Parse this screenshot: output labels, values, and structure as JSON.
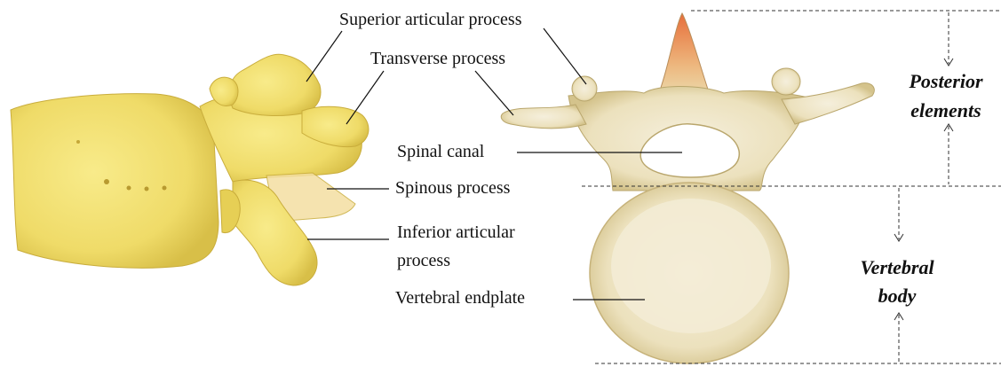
{
  "labels": {
    "superior_articular_process": "Superior articular  process",
    "transverse_process": "Transverse process",
    "spinal_canal": "Spinal canal",
    "spinous_process": "Spinous process",
    "inferior_articular_process_line1": "Inferior articular",
    "inferior_articular_process_line2": "process",
    "vertebral_endplate": "Vertebral  endplate"
  },
  "regions": {
    "posterior_elements_line1": "Posterior",
    "posterior_elements_line2": "elements",
    "vertebral_body_line1": "Vertebral",
    "vertebral_body_line2": "body"
  },
  "colors": {
    "lateral_bone": "#f1df6f",
    "lateral_bone_shade": "#d9c24f",
    "axial_bone": "#ede2b8",
    "axial_bone_shade": "#d6c58c",
    "endplate": "#f3ecd6",
    "spinous_tip": "#e8824a",
    "leader_line": "#111111"
  }
}
